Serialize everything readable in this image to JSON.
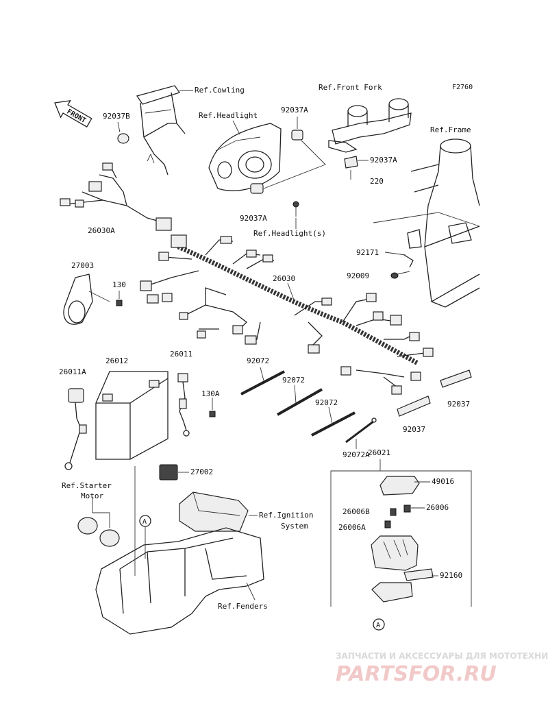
{
  "figure_id": "F2760",
  "front_arrow": "FRONT",
  "labels": {
    "ref_cowling": "Ref.Cowling",
    "ref_front_fork": "Ref.Front Fork",
    "ref_headlight": "Ref.Headlight",
    "ref_headlights": "Ref.Headlight(s)",
    "ref_frame": "Ref.Frame",
    "ref_starter_1": "Ref.Starter",
    "ref_starter_2": "Motor",
    "ref_ignition_1": "Ref.Ignition",
    "ref_ignition_2": "System",
    "ref_fenders": "Ref.Fenders"
  },
  "parts": {
    "p92037B": "92037B",
    "p92037A_top": "92037A",
    "p92037A_fork": "92037A",
    "p220": "220",
    "p26030A": "26030A",
    "p92037A_bottom": "92037A",
    "p92171": "92171",
    "p27003": "27003",
    "p130": "130",
    "p26030": "26030",
    "p92009": "92009",
    "p26011A": "26011A",
    "p26012": "26012",
    "p26011": "26011",
    "p92072_a": "92072",
    "p92072_b": "92072",
    "p92072_c": "92072",
    "p130A": "130A",
    "p92037_a": "92037",
    "p92037_b": "92037",
    "p92072A": "92072A",
    "p26021": "26021",
    "p27002": "27002",
    "p49016": "49016",
    "p26006B": "26006B",
    "p26006": "26006",
    "p26006A": "26006A",
    "p92160": "92160"
  },
  "callouts": {
    "a1": "A",
    "a2": "A"
  },
  "watermark": {
    "line1": "ЗАПЧАСТИ И АКСЕССУАРЫ ДЛЯ МОТОТЕХНИКИ",
    "line2": "PARTSFOR.RU"
  }
}
